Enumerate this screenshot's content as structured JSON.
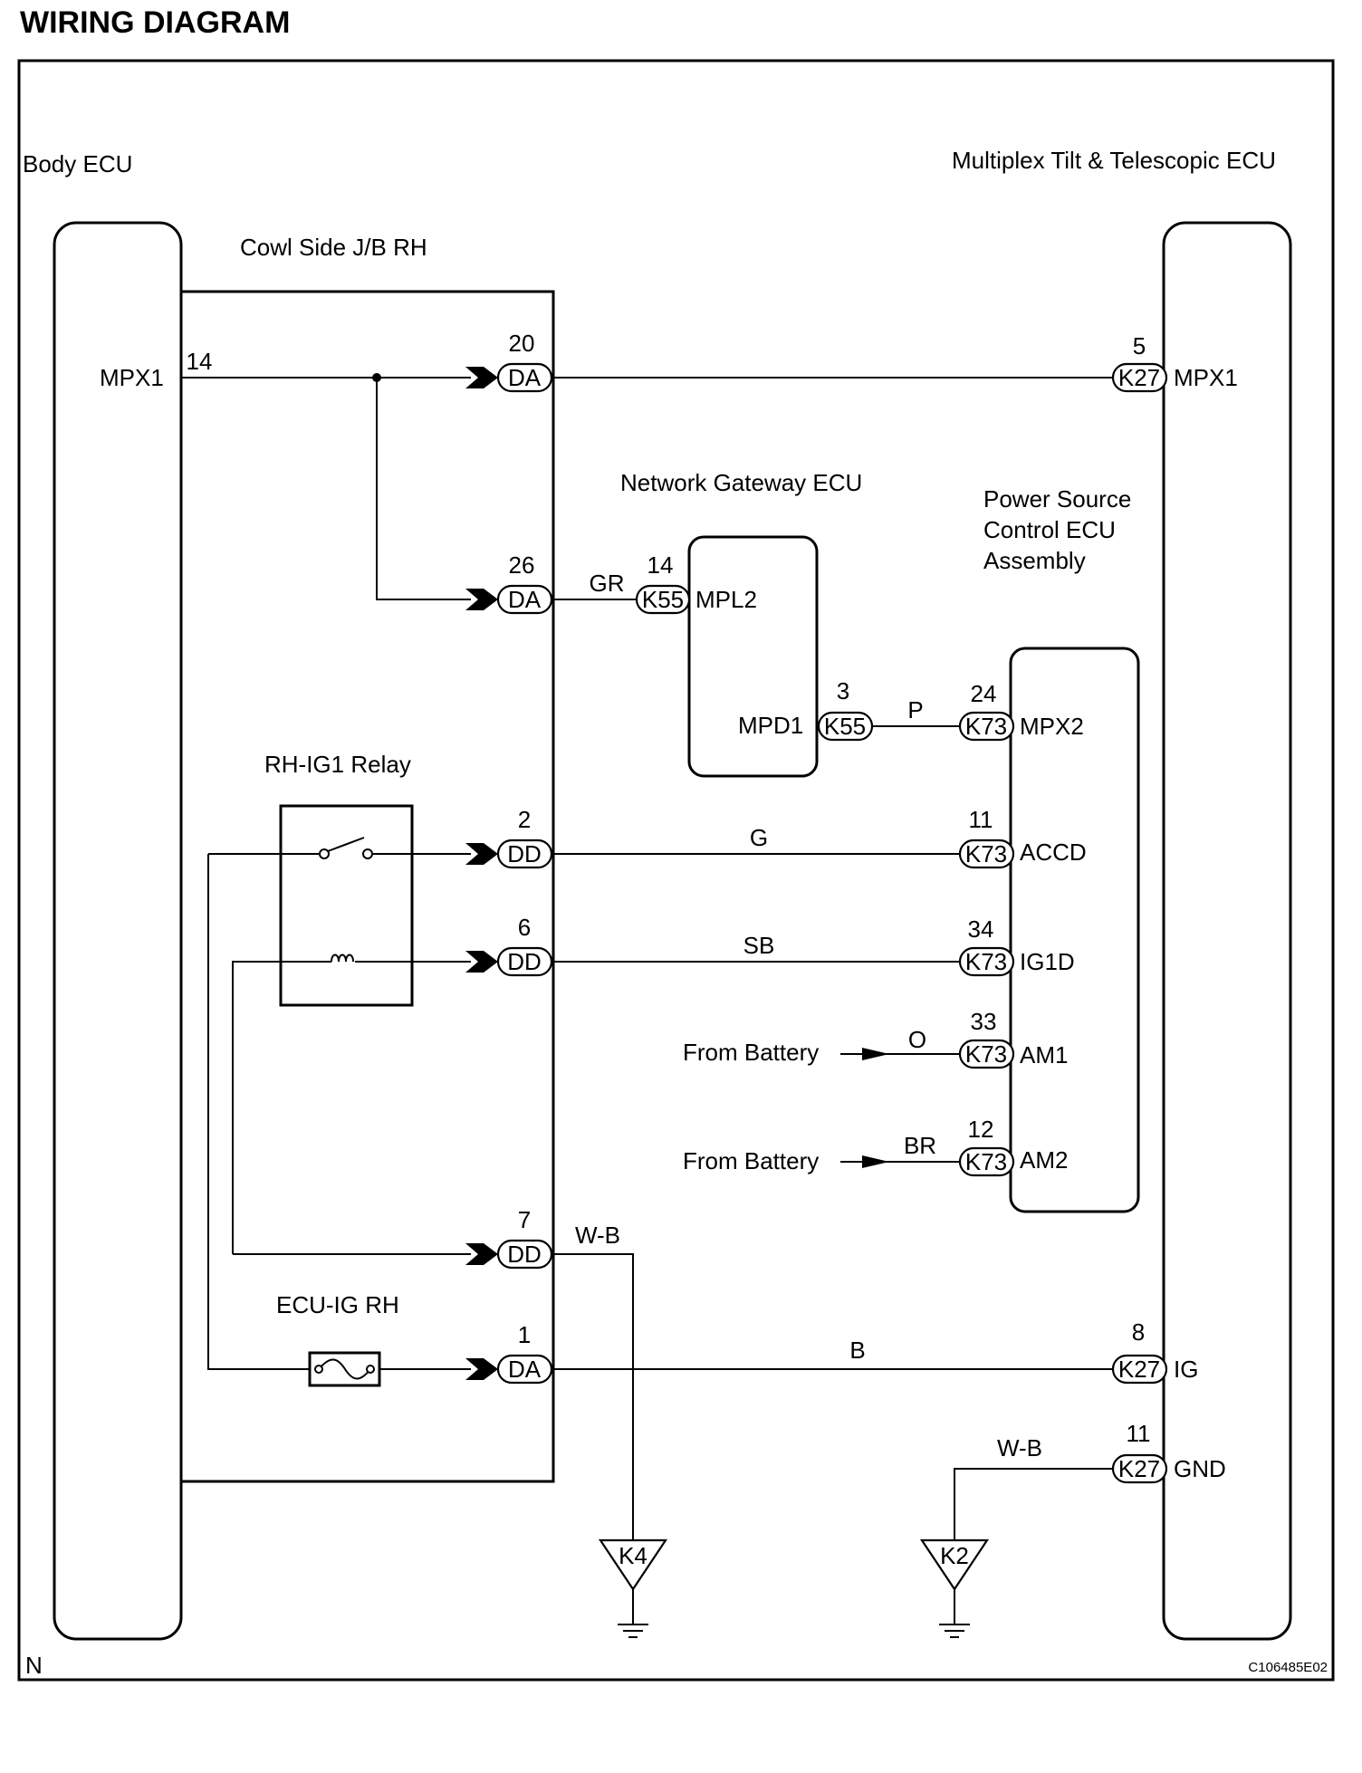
{
  "title": "WIRING DIAGRAM",
  "corner_label": "N",
  "figure_code": "C106485E02",
  "components": {
    "body_ecu": "Body ECU",
    "tilt_ecu": "Multiplex Tilt & Telescopic ECU",
    "cowl_jb": "Cowl Side J/B RH",
    "gateway_ecu": "Network Gateway ECU",
    "power_ecu": [
      "Power Source",
      "Control ECU",
      "Assembly"
    ],
    "relay": "RH-IG1 Relay",
    "fuse": "ECU-IG RH",
    "from_battery_1": "From Battery",
    "from_battery_2": "From Battery"
  },
  "terminals": {
    "body_mpx1": "MPX1",
    "tilt_mpx1": "MPX1",
    "tilt_ig": "IG",
    "tilt_gnd": "GND",
    "gw_mpl2": "MPL2",
    "gw_mpd1": "MPD1",
    "ps_mpx2": "MPX2",
    "ps_accd": "ACCD",
    "ps_ig1d": "IG1D",
    "ps_am1": "AM1",
    "ps_am2": "AM2"
  },
  "pins": {
    "body_14": "14",
    "da_20": "20",
    "k27_5": "5",
    "da_26": "26",
    "k55_14": "14",
    "k55_3": "3",
    "k73_24": "24",
    "dd_2": "2",
    "k73_11": "11",
    "dd_6": "6",
    "k73_34": "34",
    "k73_33": "33",
    "k73_12": "12",
    "dd_7": "7",
    "da_1": "1",
    "k27_8": "8",
    "k27_11": "11"
  },
  "connectors": {
    "da_20": "DA",
    "k27_5": "K27",
    "da_26": "DA",
    "k55_14": "K55",
    "k55_3": "K55",
    "k73_24": "K73",
    "dd_2": "DD",
    "k73_11": "K73",
    "dd_6": "DD",
    "k73_34": "K73",
    "k73_33": "K73",
    "k73_12": "K73",
    "dd_7": "DD",
    "da_1": "DA",
    "k27_8": "K27",
    "k27_11": "K27"
  },
  "wire_colors": {
    "gr": "GR",
    "p": "P",
    "g": "G",
    "sb": "SB",
    "o": "O",
    "br": "BR",
    "wb_left": "W-B",
    "b": "B",
    "wb_right": "W-B"
  },
  "grounds": {
    "k4": "K4",
    "k2": "K2"
  }
}
